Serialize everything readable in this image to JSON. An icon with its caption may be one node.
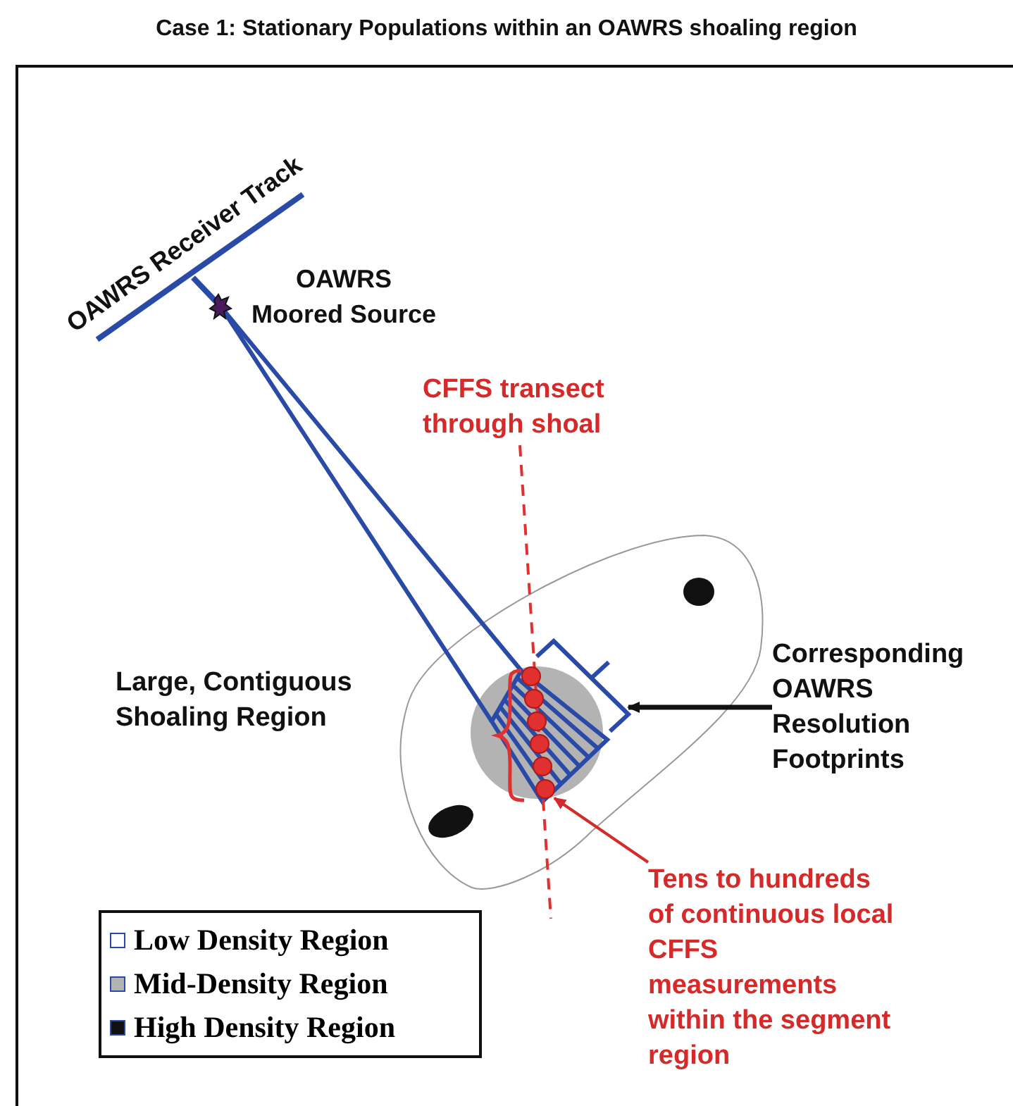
{
  "diagram": {
    "title": "Case 1: Stationary Populations within an OAWRS shoaling region",
    "nodes": [
      {
        "text": [
          "Corresponding OAWRS Resolution Footprints"
        ]
      },
      {
        "text": [],
        "shape": "bracket"
      },
      {
        "text": [
          "Tens to hundreds of continuous local CFFS measurements within the segment region"
        ]
      },
      {
        "text": [],
        "shape": "circle"
      }
    ],
    "edges": [
      {
        "from": 0,
        "to": 1,
        "arrow": "to"
      },
      {
        "from": 2,
        "to": 3,
        "arrow": "to",
        "color": "#d42a2a"
      }
    ],
    "labels": [
      "OAWRS Receiver Track",
      "OAWRS Moored Source",
      "CFFS transect through shoal",
      "Large, Contiguous Shoaling Region"
    ],
    "legend": [
      {
        "text": "Low Density Region",
        "color": "#ffffff"
      },
      {
        "text": "Mid-Density Region",
        "color": "#b3b3b3"
      },
      {
        "text": "High Density Region",
        "color": "#111111"
      }
    ]
  }
}
